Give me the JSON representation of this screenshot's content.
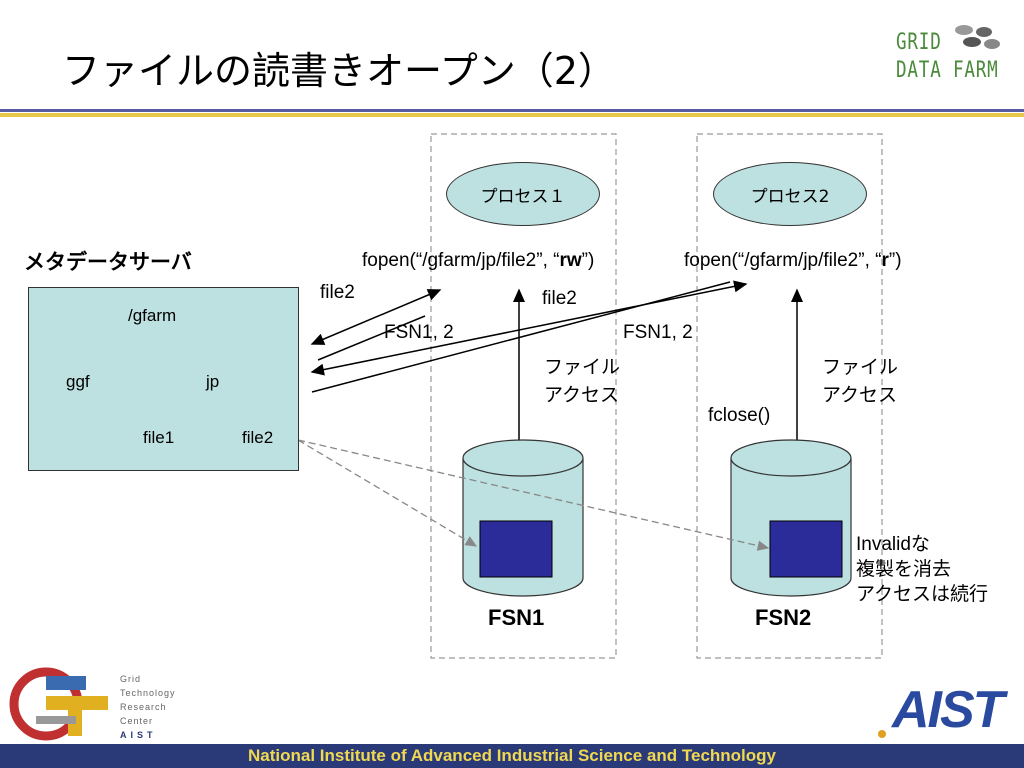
{
  "slide": {
    "title": "ファイルの読書きオープン（2）",
    "logo_top_line1": "GRID",
    "logo_top_line2": "DATA FARM"
  },
  "metadata_server": {
    "title": "メタデータサーバ",
    "root": "/gfarm",
    "children": [
      "ggf",
      "jp"
    ],
    "grandchildren": [
      "file1",
      "file2"
    ]
  },
  "processes": [
    {
      "label": "プロセス１",
      "fopen_prefix": "fopen(“/gfarm/jp/file2”, “",
      "fopen_mode": "rw",
      "fopen_suffix": "”)"
    },
    {
      "label": "プロセス2",
      "fopen_prefix": "fopen(“/gfarm/jp/file2”, “",
      "fopen_mode": "r",
      "fopen_suffix": "”)"
    }
  ],
  "labels": {
    "file2_left": "file2",
    "file2_mid": "file2",
    "fsn_reply_1": "FSN1, 2",
    "fsn_reply_2": "FSN1, 2",
    "file_access_1_line1": "ファイル",
    "file_access_1_line2": "アクセス",
    "file_access_2_line1": "ファイル",
    "file_access_2_line2": "アクセス",
    "fclose": "fclose()",
    "invalid_line1": "Invalidな",
    "invalid_line2": "複製を消去",
    "invalid_line3": "アクセスは続行"
  },
  "nodes": [
    "FSN1",
    "FSN2"
  ],
  "footer": {
    "gtrc_lines": [
      "Grid",
      "Technology",
      "Research",
      "Center",
      "AIST"
    ],
    "aist_logo": "AIST",
    "institute": "National Institute of Advanced Industrial Science and Technology"
  },
  "colors": {
    "shape_fill": "#bde0e0",
    "block_fill": "#2b2b9a",
    "footer_bg": "#2a3a78",
    "footer_text": "#f0d850"
  }
}
